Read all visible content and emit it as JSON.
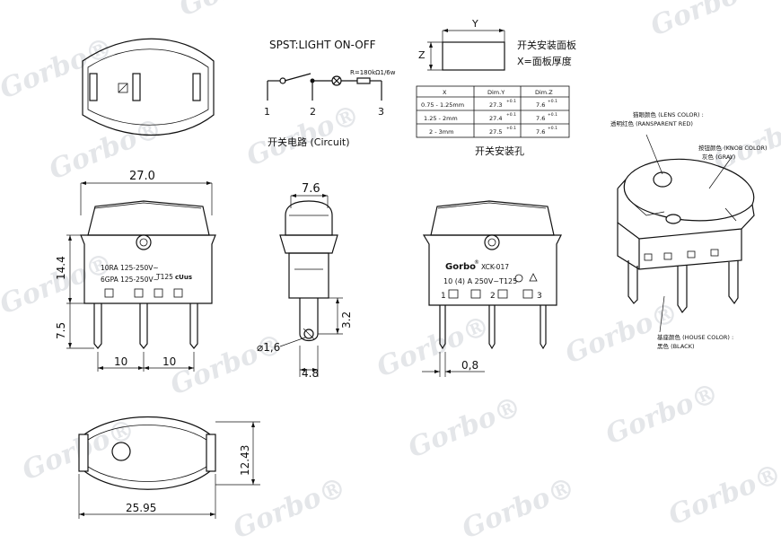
{
  "watermark": {
    "text": "Gorbo",
    "mark": "®"
  },
  "circuit": {
    "title": "SPST:LIGHT ON-OFF",
    "resistor": "R=180kΩ1/6w",
    "pins": [
      "1",
      "2",
      "3"
    ],
    "caption": "开关电路 (Circuit)"
  },
  "panel": {
    "label_y": "Y",
    "label_z": "Z",
    "note_line1": "开关安装面板",
    "note_line2": "X=面板厚度",
    "caption": "开关安装孔",
    "table": {
      "headers": [
        "X",
        "Dim.Y",
        "Dim.Z"
      ],
      "rows": [
        [
          "0.75 - 1.25mm",
          "27.3",
          "+0.1",
          "7.6",
          "+0.1"
        ],
        [
          "1.25 - 2mm",
          "27.4",
          "+0.1",
          "7.6",
          "+0.1"
        ],
        [
          "2 - 3mm",
          "27.5",
          "+0.1",
          "7.6",
          "+0.1"
        ]
      ]
    }
  },
  "front_view": {
    "width": "27.0",
    "height_top": "14.4",
    "height_pin": "7.5",
    "pin_spacing_1": "10",
    "pin_spacing_2": "10",
    "rating_1": "10RA 125-250V~",
    "rating_2": "6GPA 125-250V~",
    "rating_3": "T125",
    "ul_mark": "cUus"
  },
  "side_view": {
    "width": "7.6",
    "tab_height": "3.2",
    "hole_dia": "⌀1,6",
    "tab_width": "4.8"
  },
  "back_view": {
    "brand": "Gorbo",
    "brand_mark": "®",
    "model": "XCK-017",
    "rating": "10 (4) A 250V~T125",
    "pins": [
      "1",
      "2",
      "3"
    ],
    "pin_thickness": "0,8"
  },
  "top_view": {
    "width": "25.95",
    "height": "12.43"
  },
  "iso_view": {
    "lens_label_cn": "猫眼颜色 (LENS COLOR) :",
    "lens_label": "透明红色 (RANSPARENT RED)",
    "knob_label_cn": "按钮颜色 (KNOB COLOR)",
    "knob_label": "灰色 (GRAY)",
    "house_label_cn": "基座颜色 (HOUSE COLOR) :",
    "house_label": "黑色 (BLACK)"
  }
}
